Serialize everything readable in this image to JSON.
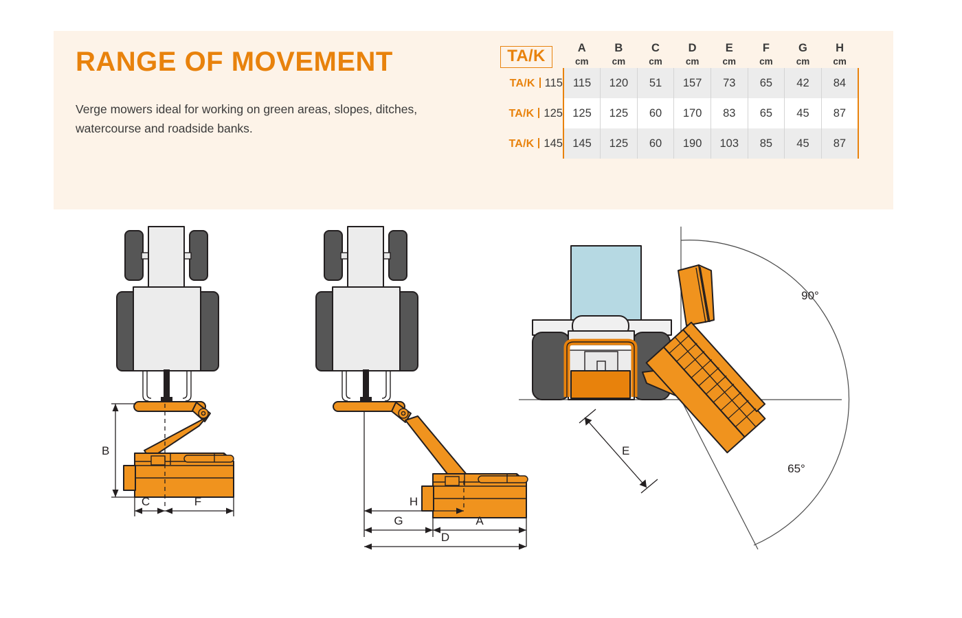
{
  "header": {
    "title": "RANGE OF MOVEMENT",
    "subtitle": "Verge mowers ideal for working on green areas, slopes, ditches, watercourse and roadside banks."
  },
  "colors": {
    "accent_orange": "#E8820C",
    "machine_orange": "#F0931E",
    "panel_cream": "#FDF3E8",
    "row_shade": "#ECECEC",
    "tractor_body": "#E8E8E8",
    "tractor_wheel": "#565656",
    "cab_blue": "#B6D9E3",
    "outline": "#231F20"
  },
  "spec_table": {
    "badge": "TA/K",
    "columns": [
      {
        "letter": "A",
        "unit": "cm"
      },
      {
        "letter": "B",
        "unit": "cm"
      },
      {
        "letter": "C",
        "unit": "cm"
      },
      {
        "letter": "D",
        "unit": "cm"
      },
      {
        "letter": "E",
        "unit": "cm"
      },
      {
        "letter": "F",
        "unit": "cm"
      },
      {
        "letter": "G",
        "unit": "cm"
      },
      {
        "letter": "H",
        "unit": "cm"
      }
    ],
    "rows": [
      {
        "model": "TA/K",
        "size": "115",
        "values": [
          "115",
          "120",
          "51",
          "157",
          "73",
          "65",
          "42",
          "84"
        ]
      },
      {
        "model": "TA/K",
        "size": "125",
        "values": [
          "125",
          "125",
          "60",
          "170",
          "83",
          "65",
          "45",
          "87"
        ]
      },
      {
        "model": "TA/K",
        "size": "145",
        "values": [
          "145",
          "125",
          "60",
          "190",
          "103",
          "85",
          "45",
          "87"
        ]
      }
    ]
  },
  "diagrams": {
    "folded": {
      "name": "rear-view-folded",
      "dimension_labels": [
        "B",
        "C",
        "F"
      ]
    },
    "extended": {
      "name": "rear-view-extended",
      "dimension_labels": [
        "H",
        "G",
        "A",
        "D"
      ]
    },
    "angle": {
      "name": "front-view-angle-range",
      "dimension_labels": [
        "E"
      ],
      "angle_labels": [
        "90°",
        "65°"
      ]
    }
  }
}
